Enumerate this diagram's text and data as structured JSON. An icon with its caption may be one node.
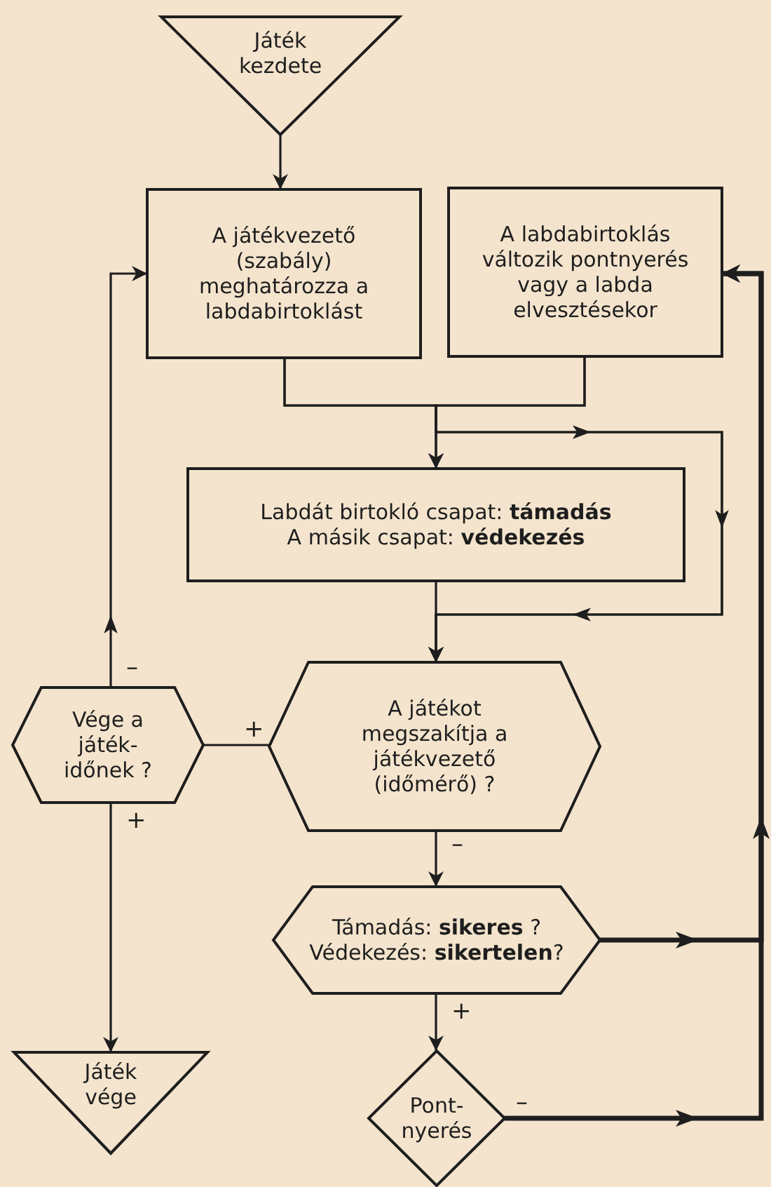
{
  "diagram": {
    "nodes": [
      {
        "text": [
          "Játék kezdete"
        ]
      },
      {
        "text": [
          "A játékvezető (szabály) meghatározza a labdabirtoklást"
        ]
      },
      {
        "text": [
          "A labdabirtoklás változik pontnyerés vagy a labda elvesztésekor"
        ]
      },
      {
        "text": [
          "Labdát birtokló csapat: **támadás**",
          "A másik csapat: **védekezés**"
        ]
      },
      {
        "text": [
          "A játékot megszakítja a játékvezető (időmérő) ?"
        ]
      },
      {
        "text": [
          "Vége a játék- időnek ?"
        ]
      },
      {
        "text": [
          "Támadás: **sikeres** ?",
          "Védekezés: **sikertelen**?"
        ]
      },
      {
        "text": [
          "Játék vége"
        ]
      },
      {
        "text": [
          "Pont- nyerés"
        ]
      }
    ],
    "edges": [
      {
        "from": 0,
        "to": 1,
        "arrow": "to"
      },
      {
        "from": 1,
        "to": 3,
        "arrow": "to"
      },
      {
        "from": 2,
        "to": 3,
        "arrow": "to"
      },
      {
        "from": 1,
        "to": 4,
        "arrow": "to"
      },
      {
        "from": 2,
        "to": 4,
        "arrow": "to"
      },
      {
        "from": 3,
        "to": 4,
        "arrow": "to"
      },
      {
        "from": 4,
        "to": 5,
        "label": "+",
        "arrow": "none"
      },
      {
        "from": 4,
        "to": 6,
        "label": "–",
        "arrow": "to"
      },
      {
        "from": 5,
        "to": 1,
        "label": "–",
        "arrow": "to"
      },
      {
        "from": 5,
        "to": 7,
        "label": "+",
        "arrow": "to"
      },
      {
        "from": 6,
        "to": 8,
        "label": "+",
        "arrow": "to"
      },
      {
        "from": 6,
        "to": 2,
        "arrow": "to",
        "style": "thick"
      },
      {
        "from": 8,
        "to": 2,
        "label": "–",
        "arrow": "to",
        "style": "thick"
      }
    ]
  }
}
